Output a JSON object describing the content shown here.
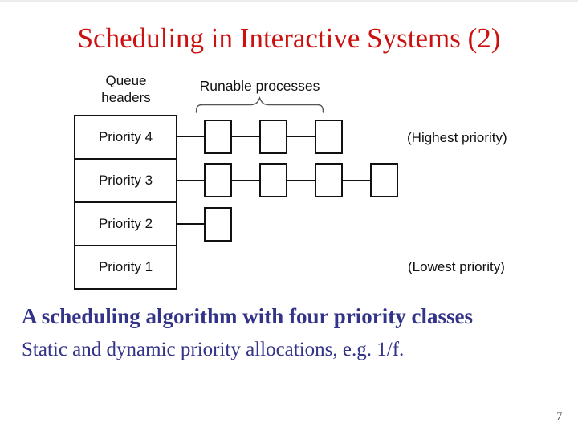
{
  "slide": {
    "title": "Scheduling in Interactive Systems (2)",
    "page_number": "7",
    "colors": {
      "title_red": "#cc1111",
      "body_navy": "#333388",
      "diagram_black": "#111111"
    }
  },
  "diagram": {
    "queue_headers_label": "Queue\nheaders",
    "runable_processes_label": "Runable processes",
    "highest_priority_label": "(Highest priority)",
    "lowest_priority_label": "(Lowest priority)",
    "rows": [
      {
        "label": "Priority 4",
        "process_count": 3
      },
      {
        "label": "Priority 3",
        "process_count": 4
      },
      {
        "label": "Priority 2",
        "process_count": 1
      },
      {
        "label": "Priority 1",
        "process_count": 0
      }
    ]
  },
  "body": {
    "line1": "A scheduling algorithm with four priority classes",
    "line2": "Static and dynamic priority allocations, e.g. 1/f."
  }
}
